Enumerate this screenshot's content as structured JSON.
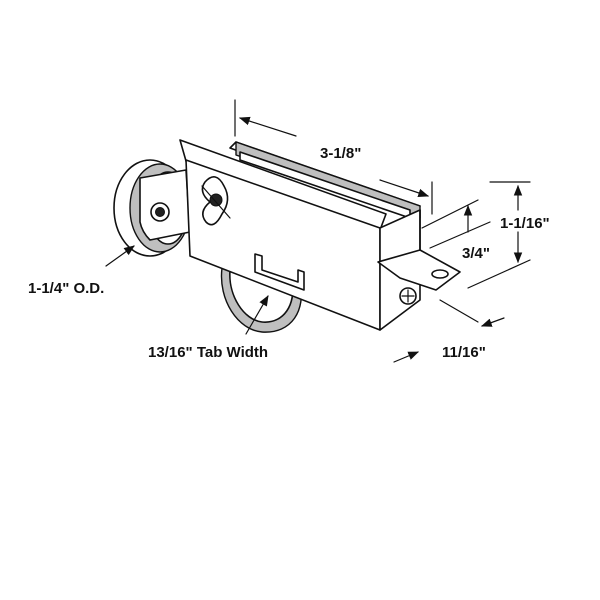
{
  "diagram": {
    "labels": {
      "length": "3-1/8\"",
      "height_overall": "1-1/16\"",
      "height_body": "3/4\"",
      "wheel_diameter": "1-1/4\" O.D.",
      "tab_width": "13/16\" Tab Width",
      "body_width": "11/16\""
    }
  }
}
